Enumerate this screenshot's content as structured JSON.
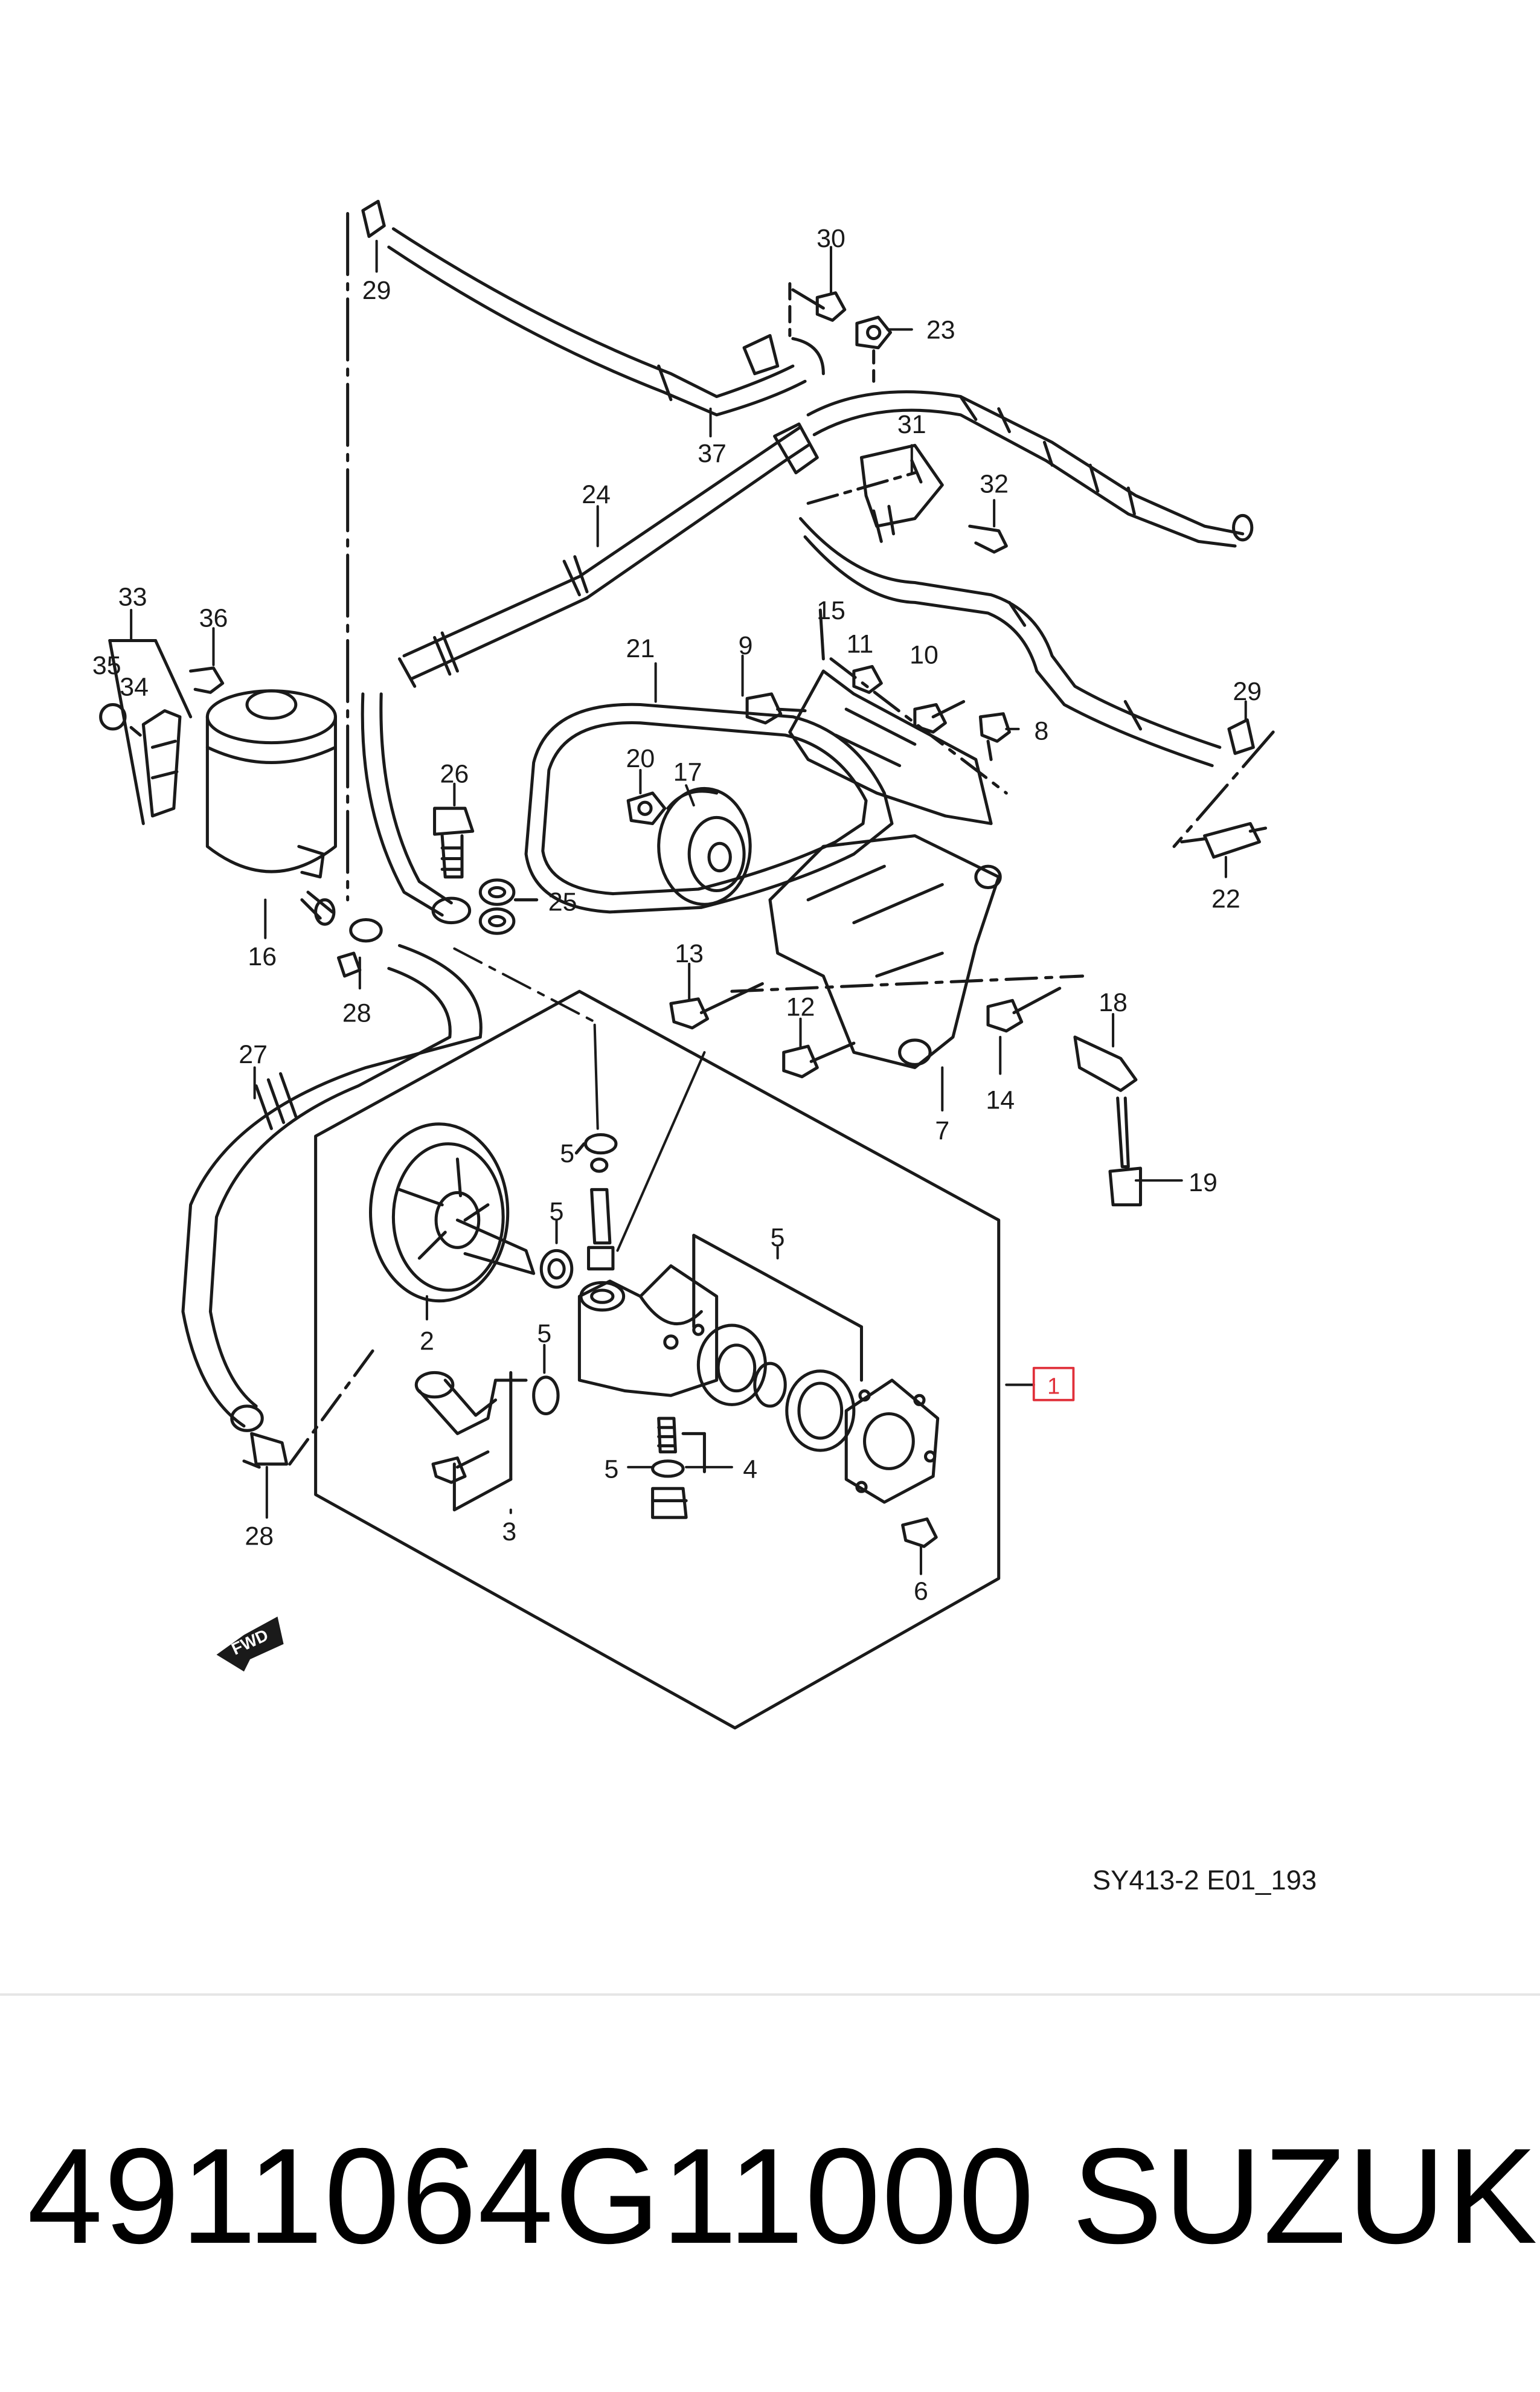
{
  "diagram": {
    "callouts": [
      {
        "id": "c30",
        "text": "30"
      },
      {
        "id": "c23",
        "text": "23"
      },
      {
        "id": "c29a",
        "text": "29"
      },
      {
        "id": "c37",
        "text": "37"
      },
      {
        "id": "c31",
        "text": "31"
      },
      {
        "id": "c32",
        "text": "32"
      },
      {
        "id": "c24",
        "text": "24"
      },
      {
        "id": "c33",
        "text": "33"
      },
      {
        "id": "c36",
        "text": "36"
      },
      {
        "id": "c35",
        "text": "35"
      },
      {
        "id": "c34",
        "text": "34"
      },
      {
        "id": "c15",
        "text": "15"
      },
      {
        "id": "c11",
        "text": "11"
      },
      {
        "id": "c10",
        "text": "10"
      },
      {
        "id": "c9",
        "text": "9"
      },
      {
        "id": "c21",
        "text": "21"
      },
      {
        "id": "c29b",
        "text": "29"
      },
      {
        "id": "c8",
        "text": "8"
      },
      {
        "id": "c26",
        "text": "26"
      },
      {
        "id": "c20",
        "text": "20"
      },
      {
        "id": "c17",
        "text": "17"
      },
      {
        "id": "c22",
        "text": "22"
      },
      {
        "id": "c25",
        "text": "25"
      },
      {
        "id": "c16",
        "text": "16"
      },
      {
        "id": "c28a",
        "text": "28"
      },
      {
        "id": "c13",
        "text": "13"
      },
      {
        "id": "c18",
        "text": "18"
      },
      {
        "id": "c12",
        "text": "12"
      },
      {
        "id": "c14",
        "text": "14"
      },
      {
        "id": "c7",
        "text": "7"
      },
      {
        "id": "c27",
        "text": "27"
      },
      {
        "id": "c5a",
        "text": "5"
      },
      {
        "id": "c19",
        "text": "19"
      },
      {
        "id": "c5b",
        "text": "5"
      },
      {
        "id": "c5c",
        "text": "5"
      },
      {
        "id": "c2",
        "text": "2"
      },
      {
        "id": "c5d",
        "text": "5"
      },
      {
        "id": "c1",
        "text": "1"
      },
      {
        "id": "c5e",
        "text": "5"
      },
      {
        "id": "c4",
        "text": "4"
      },
      {
        "id": "c3",
        "text": "3"
      },
      {
        "id": "c28b",
        "text": "28"
      },
      {
        "id": "c6",
        "text": "6"
      }
    ],
    "fwd_label": "FWD",
    "drawing_code": "SY413-2 E01_193",
    "highlight_color": "#e0303a"
  },
  "caption": {
    "part_number": "4911064G11000",
    "brand": "SUZUKI"
  }
}
